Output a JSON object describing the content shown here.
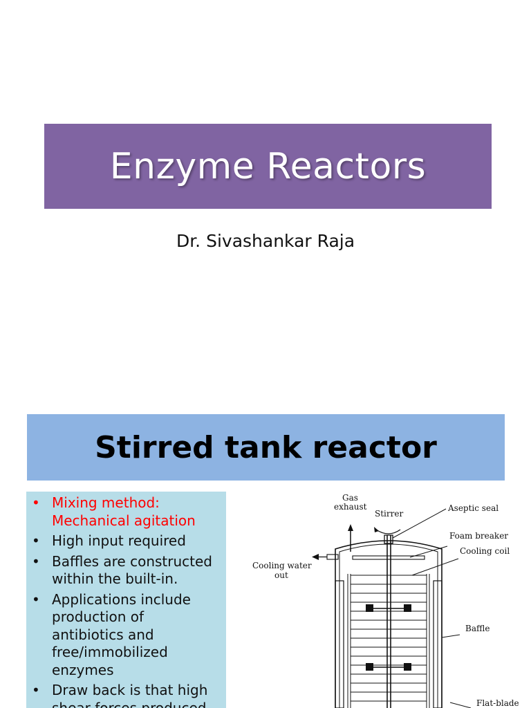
{
  "slide1": {
    "title": "Enzyme Reactors",
    "author": "Dr. Sivashankar Raja",
    "banner_color": "#8064a2"
  },
  "slide2": {
    "title": "Stirred tank reactor",
    "banner_color": "#8db3e2",
    "panel_color": "#b7dde8",
    "bullets": [
      {
        "line1": "Mixing method:",
        "line2": "Mechanical agitation"
      },
      {
        "line1": "High input required",
        "line2": ""
      },
      {
        "line1": "Baffles are constructed",
        "line2": "within the built-in."
      },
      {
        "line1": "Applications include",
        "line2": "production of",
        "line3": "antibiotics and",
        "line4": "free/immobilized",
        "line5": "enzymes"
      },
      {
        "line1": "Draw back is that high",
        "line2": "shear forces produced"
      }
    ],
    "diagram_labels": {
      "gas_exhaust_1": "Gas",
      "gas_exhaust_2": "exhaust",
      "stirrer": "Stirrer",
      "aseptic_seal": "Aseptic seal",
      "foam_breaker": "Foam breaker",
      "cooling_coil": "Cooling coil",
      "cooling_water_out_1": "Cooling water",
      "cooling_water_out_2": "out",
      "baffle": "Baffle",
      "flat_blade": "Flat-blade"
    }
  }
}
